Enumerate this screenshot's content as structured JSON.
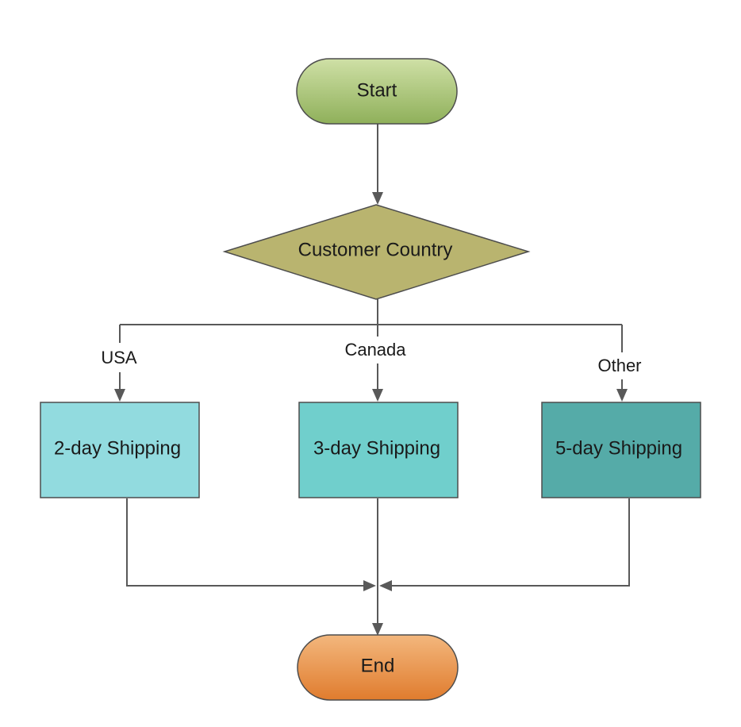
{
  "nodes": {
    "start": {
      "label": "Start",
      "shape": "terminator"
    },
    "decision": {
      "label": "Customer Country",
      "shape": "decision"
    },
    "two_day": {
      "label": "2-day Shipping",
      "shape": "process"
    },
    "three_day": {
      "label": "3-day Shipping",
      "shape": "process"
    },
    "five_day": {
      "label": "5-day Shipping",
      "shape": "process"
    },
    "end": {
      "label": "End",
      "shape": "terminator"
    }
  },
  "edges": {
    "usa": {
      "label": "USA",
      "from": "Customer Country",
      "to": "2-day Shipping"
    },
    "canada": {
      "label": "Canada",
      "from": "Customer Country",
      "to": "3-day Shipping"
    },
    "other": {
      "label": "Other",
      "from": "Customer Country",
      "to": "5-day Shipping"
    }
  },
  "colors": {
    "start_top": "#cfe0a6",
    "start_bottom": "#8fb05a",
    "decision_fill": "#b9b46f",
    "two_day_fill": "#92dbdf",
    "three_day_fill": "#70cfcc",
    "five_day_fill": "#55aba8",
    "end_top": "#f3b77d",
    "end_bottom": "#e07c2e",
    "connector": "#595959"
  }
}
